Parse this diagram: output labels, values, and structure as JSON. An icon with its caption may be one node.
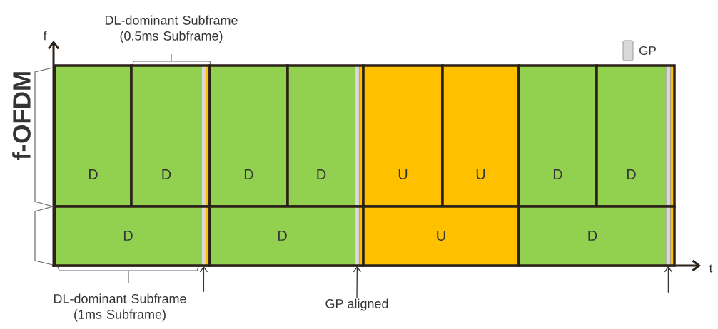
{
  "diagram": {
    "nodes": [
      {
        "text": [
          "D"
        ]
      },
      {
        "text": [
          "D"
        ]
      },
      {
        "text": [],
        "shape": "bar",
        "in": 1
      },
      {
        "text": [
          "D"
        ]
      },
      {
        "text": [
          "D"
        ]
      },
      {
        "text": [],
        "shape": "bar",
        "in": 4
      },
      {
        "text": [
          "U"
        ]
      },
      {
        "text": [
          "U"
        ]
      },
      {
        "text": [
          "D"
        ]
      },
      {
        "text": [
          "D"
        ]
      },
      {
        "text": [],
        "shape": "bar",
        "in": 9
      },
      {
        "text": [
          "D"
        ]
      },
      {
        "text": [],
        "shape": "bar",
        "in": 11
      },
      {
        "text": [
          "D"
        ]
      },
      {
        "text": [],
        "shape": "bar",
        "in": 13
      },
      {
        "text": [
          "U"
        ]
      },
      {
        "text": [
          "D"
        ]
      },
      {
        "text": [],
        "shape": "bar",
        "in": 16
      },
      {
        "text": [
          "GP aligned"
        ]
      }
    ],
    "edges": [
      {
        "from": null,
        "to": 12,
        "arrow": "to"
      },
      {
        "from": 18,
        "to": 14,
        "arrow": "to"
      },
      {
        "from": null,
        "to": 17,
        "arrow": "to"
      }
    ],
    "labels": [
      "DL-dominant Subframe (0.5ms Subframe)",
      "f",
      "f-OFDM",
      "t",
      "DL-dominant Subframe (1ms Subframe)"
    ],
    "legend": [
      {
        "text": "GP",
        "color": "#d9d9d9"
      }
    ]
  }
}
